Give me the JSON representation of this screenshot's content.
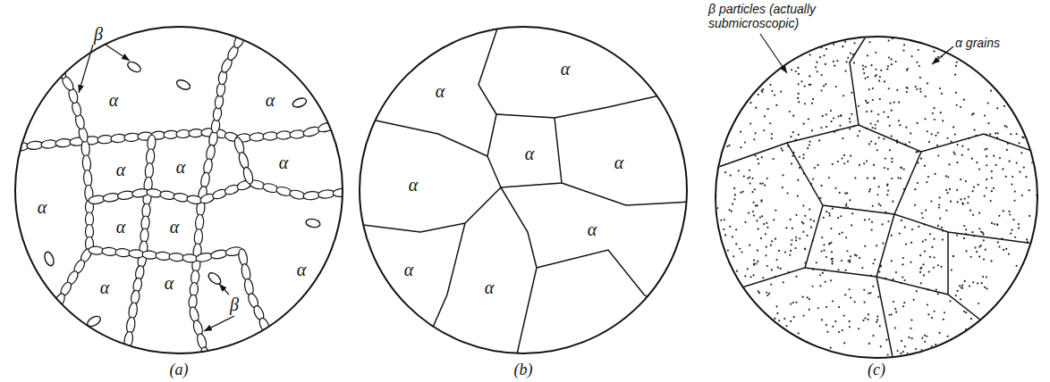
{
  "diagram": {
    "nodes": [
      {
        "text": [
          "α",
          "α",
          "α",
          "α",
          "α",
          "α",
          "α",
          "α",
          "α",
          "α",
          "α"
        ]
      },
      {
        "text": [
          "α",
          "α",
          "α",
          "α",
          "α",
          "α",
          "α",
          "α"
        ]
      }
    ],
    "labels": [
      "β",
      "β",
      "β particles (actually submicroscopic)",
      "α grains",
      "(a)",
      "(b)",
      "(c)"
    ]
  }
}
